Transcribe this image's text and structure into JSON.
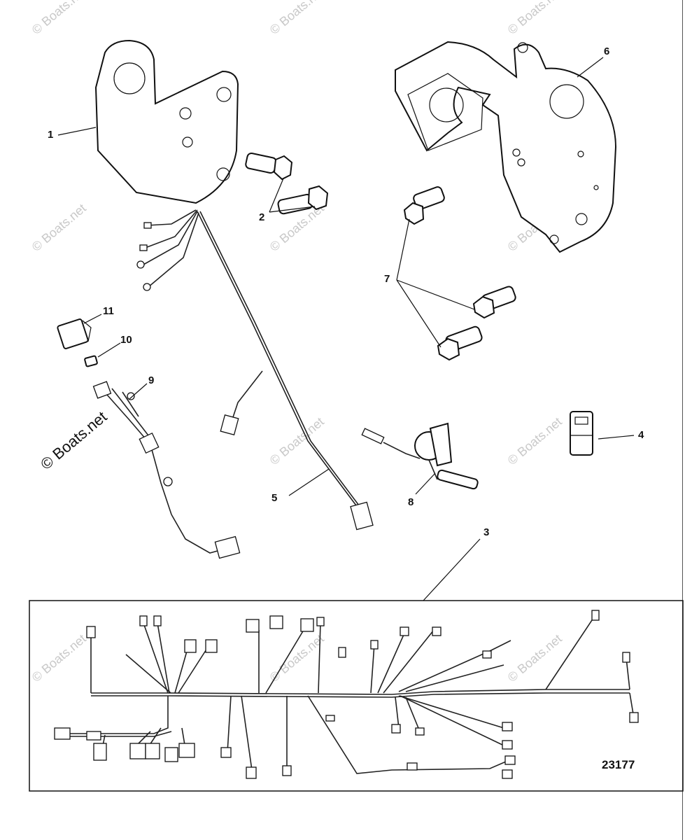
{
  "diagram": {
    "drawing_number": "23177",
    "callouts": [
      "1",
      "2",
      "3",
      "4",
      "5",
      "6",
      "7",
      "8",
      "9",
      "10",
      "11"
    ],
    "watermark": "© Boats.net",
    "watermark_main": "© Boats.net"
  }
}
